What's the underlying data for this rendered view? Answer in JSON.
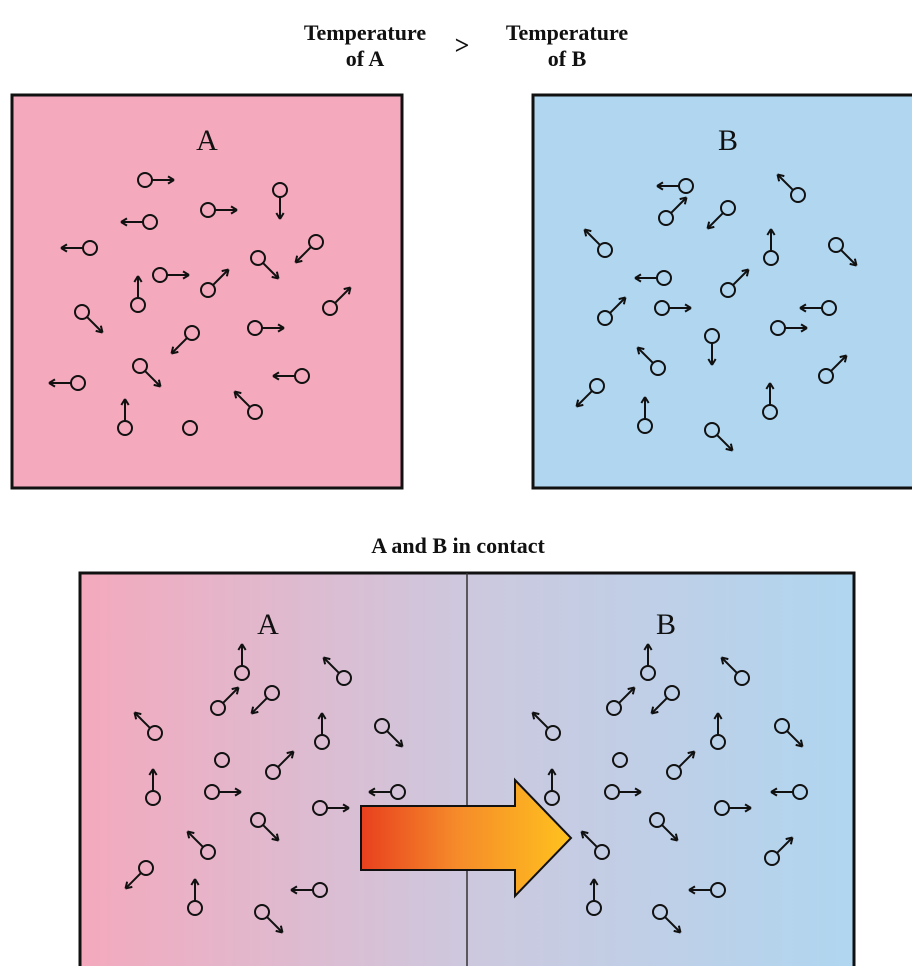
{
  "heading": {
    "temp_a": [
      "Temperature",
      "of A"
    ],
    "compare": ">",
    "temp_b": [
      "Temperature",
      "of B"
    ]
  },
  "box_a_label": "A",
  "box_b_label": "B",
  "contact_title": "A and B in contact",
  "contact_a_label": "A",
  "contact_b_label": "B",
  "colors": {
    "hot": "#f4a9bd",
    "cold": "#b0d6f0",
    "arrow_start": "#e8401e",
    "arrow_end": "#ffc21e"
  },
  "molecules": {
    "a": [
      [
        145,
        180,
        "r"
      ],
      [
        208,
        210,
        "r"
      ],
      [
        280,
        190,
        "d"
      ],
      [
        150,
        222,
        "l"
      ],
      [
        90,
        248,
        "l"
      ],
      [
        160,
        275,
        "r"
      ],
      [
        138,
        305,
        "u"
      ],
      [
        208,
        290,
        "ur"
      ],
      [
        258,
        258,
        "dr"
      ],
      [
        316,
        242,
        "dl"
      ],
      [
        82,
        312,
        "dr"
      ],
      [
        255,
        328,
        "r"
      ],
      [
        330,
        308,
        "ur"
      ],
      [
        192,
        333,
        "dl"
      ],
      [
        140,
        366,
        "dr"
      ],
      [
        78,
        383,
        "l"
      ],
      [
        302,
        376,
        "l"
      ],
      [
        255,
        412,
        "ul"
      ],
      [
        125,
        428,
        "u"
      ],
      [
        190,
        428,
        "n"
      ]
    ],
    "b": [
      [
        686,
        186,
        "l"
      ],
      [
        798,
        195,
        "ul"
      ],
      [
        666,
        218,
        "ur"
      ],
      [
        728,
        208,
        "dl"
      ],
      [
        605,
        250,
        "ul"
      ],
      [
        771,
        258,
        "u"
      ],
      [
        836,
        245,
        "dr"
      ],
      [
        664,
        278,
        "l"
      ],
      [
        728,
        290,
        "ur"
      ],
      [
        605,
        318,
        "ur"
      ],
      [
        662,
        308,
        "r"
      ],
      [
        829,
        308,
        "l"
      ],
      [
        778,
        328,
        "r"
      ],
      [
        712,
        336,
        "d"
      ],
      [
        658,
        368,
        "ul"
      ],
      [
        826,
        376,
        "ur"
      ],
      [
        597,
        386,
        "dl"
      ],
      [
        770,
        412,
        "u"
      ],
      [
        645,
        426,
        "u"
      ],
      [
        712,
        430,
        "dr"
      ]
    ],
    "ca": [
      [
        242,
        673,
        "u"
      ],
      [
        344,
        678,
        "ul"
      ],
      [
        218,
        708,
        "ur"
      ],
      [
        272,
        693,
        "dl"
      ],
      [
        155,
        733,
        "ul"
      ],
      [
        322,
        742,
        "u"
      ],
      [
        382,
        726,
        "dr"
      ],
      [
        222,
        760,
        "n"
      ],
      [
        273,
        772,
        "ur"
      ],
      [
        153,
        798,
        "u"
      ],
      [
        212,
        792,
        "r"
      ],
      [
        320,
        808,
        "r"
      ],
      [
        398,
        792,
        "l"
      ],
      [
        258,
        820,
        "dr"
      ],
      [
        208,
        852,
        "ul"
      ],
      [
        146,
        868,
        "dl"
      ],
      [
        320,
        890,
        "l"
      ],
      [
        195,
        908,
        "u"
      ],
      [
        262,
        912,
        "dr"
      ]
    ],
    "cb": [
      [
        648,
        673,
        "u"
      ],
      [
        742,
        678,
        "ul"
      ],
      [
        614,
        708,
        "ur"
      ],
      [
        672,
        693,
        "dl"
      ],
      [
        553,
        733,
        "ul"
      ],
      [
        718,
        742,
        "u"
      ],
      [
        782,
        726,
        "dr"
      ],
      [
        620,
        760,
        "n"
      ],
      [
        674,
        772,
        "ur"
      ],
      [
        552,
        798,
        "u"
      ],
      [
        612,
        792,
        "r"
      ],
      [
        722,
        808,
        "r"
      ],
      [
        800,
        792,
        "l"
      ],
      [
        657,
        820,
        "dr"
      ],
      [
        602,
        852,
        "ul"
      ],
      [
        772,
        858,
        "ur"
      ],
      [
        718,
        890,
        "l"
      ],
      [
        594,
        908,
        "u"
      ],
      [
        660,
        912,
        "dr"
      ]
    ]
  }
}
